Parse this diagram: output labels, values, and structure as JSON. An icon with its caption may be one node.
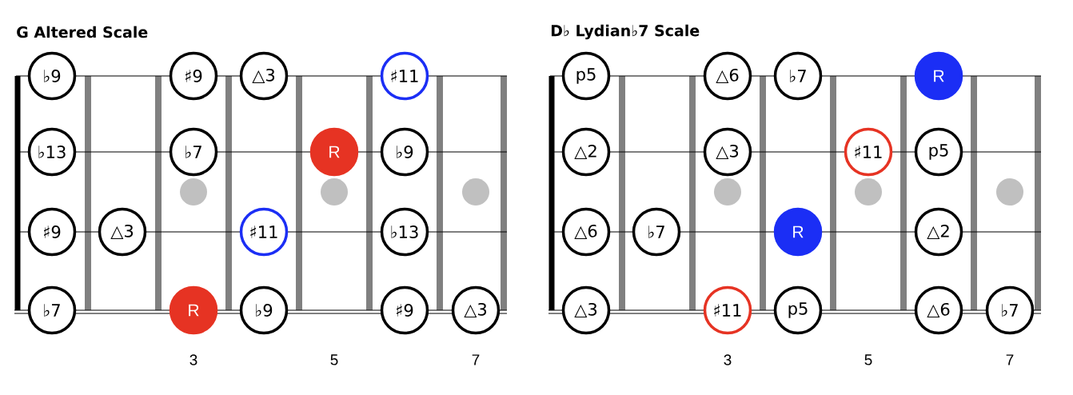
{
  "diagram": {
    "nodes": [
      {
        "text": [
          "♭9"
        ]
      },
      {
        "text": [
          "♯9"
        ]
      },
      {
        "text": [
          "△3"
        ]
      },
      {
        "text": [
          "♯11"
        ]
      },
      {
        "text": [
          "♭13"
        ]
      },
      {
        "text": [
          "♭7"
        ]
      },
      {
        "text": [
          "R"
        ]
      },
      {
        "text": [
          "♭9"
        ]
      },
      {
        "text": [
          "♯9"
        ]
      },
      {
        "text": [
          "△3"
        ]
      },
      {
        "text": [
          "♯11"
        ]
      },
      {
        "text": [
          "♭13"
        ]
      },
      {
        "text": [
          "♭7"
        ]
      },
      {
        "text": [
          "R"
        ]
      },
      {
        "text": [
          "♭9"
        ]
      },
      {
        "text": [
          "♯9"
        ]
      },
      {
        "text": [
          "△3"
        ]
      },
      {
        "text": [
          "p5"
        ]
      },
      {
        "text": [
          "△6"
        ]
      },
      {
        "text": [
          "♭7"
        ]
      },
      {
        "text": [
          "R"
        ]
      },
      {
        "text": [
          "△2"
        ]
      },
      {
        "text": [
          "△3"
        ]
      },
      {
        "text": [
          "♯11"
        ]
      },
      {
        "text": [
          "p5"
        ]
      },
      {
        "text": [
          "△6"
        ]
      },
      {
        "text": [
          "♭7"
        ]
      },
      {
        "text": [
          "R"
        ]
      },
      {
        "text": [
          "△2"
        ]
      },
      {
        "text": [
          "△3"
        ]
      },
      {
        "text": [
          "♯11"
        ]
      },
      {
        "text": [
          "p5"
        ]
      },
      {
        "text": [
          "△6"
        ]
      },
      {
        "text": [
          "♭7"
        ]
      }
    ],
    "labels": [
      "G Altered Scale",
      "D♭ Lydian♭7 Scale",
      "3",
      "5",
      "7",
      "3",
      "5",
      "7"
    ]
  }
}
